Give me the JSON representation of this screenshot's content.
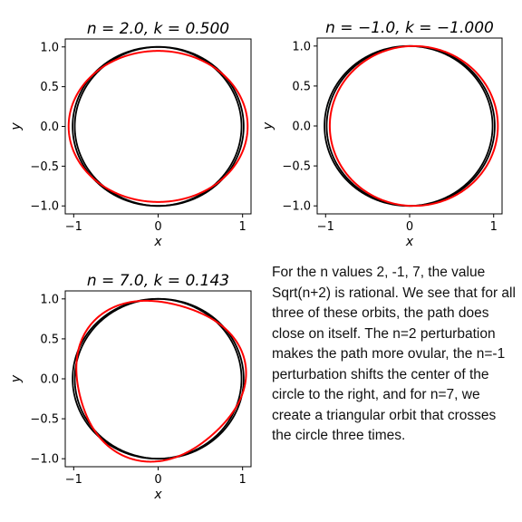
{
  "note": "For the n values 2, -1, 7, the value Sqrt(n+2) is rational. We see that for all three of these orbits, the path does close on itself. The n=2 perturbation makes the path more ovular, the n=-1 perturbation shifts the center of the circle to the right, and for n=7, we create a triangular orbit that crosses the circle three times.",
  "chart_data": [
    {
      "type": "line",
      "title": "n = 2.0,  k = 0.500",
      "n": 2.0,
      "k": 0.5,
      "xlabel": "x",
      "ylabel": "y",
      "xlim": [
        -1.1,
        1.1
      ],
      "ylim": [
        -1.1,
        1.1
      ],
      "xticks": [
        -1,
        0,
        1
      ],
      "xtick_labels": [
        "−1",
        "0",
        "1"
      ],
      "yticks": [
        1.0,
        0.5,
        0.0,
        -0.5,
        -1.0
      ],
      "ytick_labels": [
        "1.0",
        "0.5",
        "0.0",
        "−0.5",
        "−1.0"
      ],
      "series": [
        {
          "color": "#000000",
          "shape": "unit circle (double-traced)",
          "radius": 1.0
        },
        {
          "color": "#ff0000",
          "shape": "oval",
          "semi_axis_x": 1.06,
          "semi_axis_y": 0.95,
          "center_x": 0.0
        }
      ]
    },
    {
      "type": "line",
      "title": "n = −1.0,  k = −1.000",
      "n": -1.0,
      "k": -1.0,
      "xlabel": "x",
      "ylabel": "y",
      "xlim": [
        -1.1,
        1.1
      ],
      "ylim": [
        -1.1,
        1.1
      ],
      "xticks": [
        -1,
        0,
        1
      ],
      "xtick_labels": [
        "−1",
        "0",
        "1"
      ],
      "yticks": [
        1.0,
        0.5,
        0.0,
        -0.5,
        -1.0
      ],
      "ytick_labels": [
        "1.0",
        "0.5",
        "0.0",
        "−0.5",
        "−1.0"
      ],
      "series": [
        {
          "color": "#000000",
          "shape": "unit circle (double-traced)",
          "radius": 1.0
        },
        {
          "color": "#ff0000",
          "shape": "shifted circle",
          "semi_axis_x": 1.0,
          "semi_axis_y": 1.0,
          "center_x": 0.05
        }
      ]
    },
    {
      "type": "line",
      "title": "n = 7.0,  k = 0.143",
      "n": 7.0,
      "k": 0.143,
      "xlabel": "x",
      "ylabel": "y",
      "xlim": [
        -1.1,
        1.1
      ],
      "ylim": [
        -1.1,
        1.1
      ],
      "xticks": [
        -1,
        0,
        1
      ],
      "xtick_labels": [
        "−1",
        "0",
        "1"
      ],
      "yticks": [
        1.0,
        0.5,
        0.0,
        -0.5,
        -1.0
      ],
      "ytick_labels": [
        "1.0",
        "0.5",
        "0.0",
        "−0.5",
        "−1.0"
      ],
      "series": [
        {
          "color": "#000000",
          "shape": "unit circle (double-traced)",
          "radius": 1.0
        },
        {
          "color": "#ff0000",
          "shape": "rounded triangle",
          "radius": 1.0,
          "lobes": 3,
          "amplitude": 0.05,
          "phase_deg": 40
        }
      ]
    }
  ]
}
